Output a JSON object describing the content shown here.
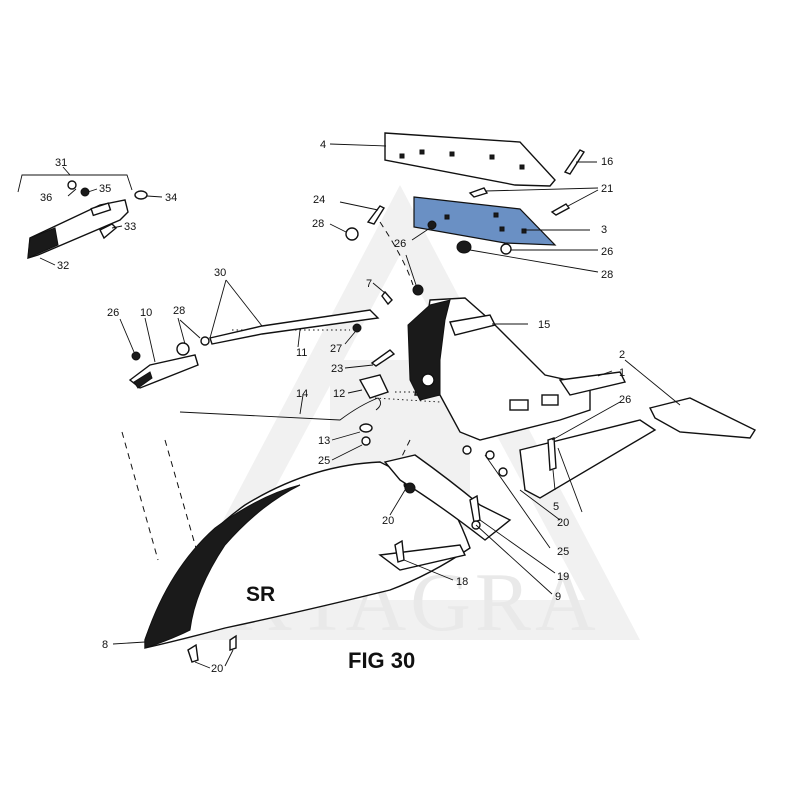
{
  "figure": {
    "title": "FIG 30",
    "moldboard_mark": "SR",
    "watermark": "IXTAGRA"
  },
  "highlight_color": "#6a90c4",
  "labels": [
    {
      "text": "31"
    },
    {
      "text": "36"
    },
    {
      "text": "35"
    },
    {
      "text": "34"
    },
    {
      "text": "33"
    },
    {
      "text": "32"
    },
    {
      "text": "4"
    },
    {
      "text": "16"
    },
    {
      "text": "24"
    },
    {
      "text": "21"
    },
    {
      "text": "3"
    },
    {
      "text": "28"
    },
    {
      "text": "26"
    },
    {
      "text": "26"
    },
    {
      "text": "28"
    },
    {
      "text": "30"
    },
    {
      "text": "7"
    },
    {
      "text": "15"
    },
    {
      "text": "26"
    },
    {
      "text": "10"
    },
    {
      "text": "28"
    },
    {
      "text": "11"
    },
    {
      "text": "27"
    },
    {
      "text": "23"
    },
    {
      "text": "2"
    },
    {
      "text": "1"
    },
    {
      "text": "12"
    },
    {
      "text": "14"
    },
    {
      "text": "26"
    },
    {
      "text": "13"
    },
    {
      "text": "25"
    },
    {
      "text": "5"
    },
    {
      "text": "20"
    },
    {
      "text": "20"
    },
    {
      "text": "25"
    },
    {
      "text": "19"
    },
    {
      "text": "9"
    },
    {
      "text": "18"
    },
    {
      "text": "8"
    },
    {
      "text": "20"
    }
  ]
}
